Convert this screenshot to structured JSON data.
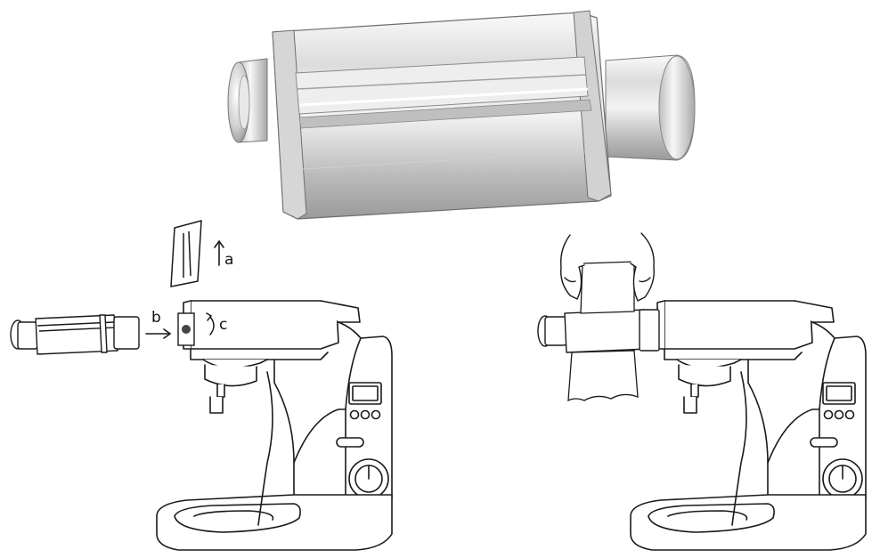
{
  "labels": {
    "step_a": "a",
    "step_b": "b",
    "step_c": "c"
  },
  "colors": {
    "line": "#1a1a1a",
    "metal_light": "#f4f4f4",
    "metal_mid": "#c9c9c9",
    "metal_dark": "#8e8e8e",
    "background": "#ffffff"
  },
  "icons": {
    "pasta_roller": "pasta-roller-attachment-icon",
    "cover": "outlet-cover-icon",
    "mixer": "stand-mixer-icon",
    "hands": "hands-holding-pasta-icon"
  }
}
